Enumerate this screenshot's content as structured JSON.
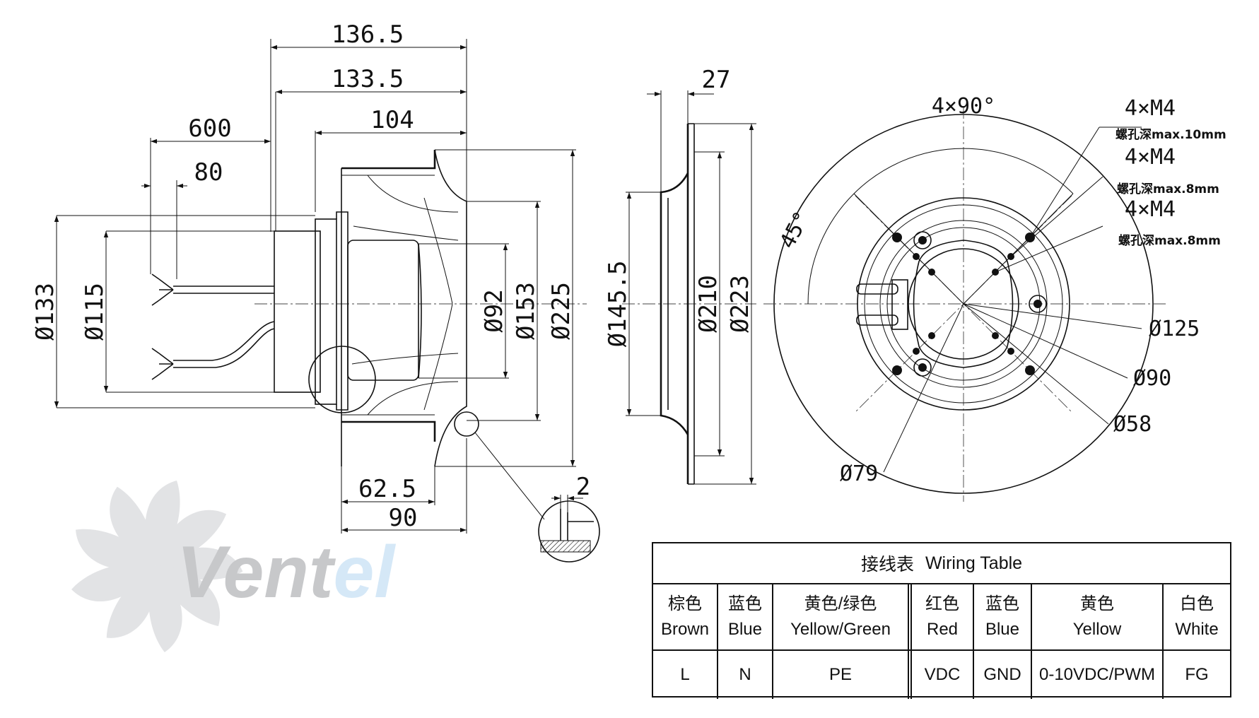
{
  "drawing": {
    "side_view": {
      "dims": {
        "d136_5": "136.5",
        "d133_5": "133.5",
        "d104": "104",
        "d600": "600",
        "d80": "80",
        "d133": "Ø133",
        "d115": "Ø115",
        "d92": "Ø92",
        "d153": "Ø153",
        "d225": "Ø225",
        "d62_5": "62.5",
        "d90": "90",
        "d2": "2"
      }
    },
    "inlet_view": {
      "dims": {
        "d27": "27",
        "d145_5": "Ø145.5",
        "d210": "Ø210",
        "d223": "Ø223"
      }
    },
    "front_view": {
      "angle_4x90": "4×90°",
      "angle_45": "45°",
      "holes": [
        {
          "thread": "4×M4",
          "depth": "螺孔深max.10mm"
        },
        {
          "thread": "4×M4",
          "depth": "螺孔深max.8mm"
        },
        {
          "thread": "4×M4",
          "depth": "螺孔深max.8mm"
        }
      ],
      "dims": {
        "d125": "Ø125",
        "d90": "Ø90",
        "d58": "Ø58",
        "d79": "Ø79"
      }
    }
  },
  "logo": {
    "text_gray": "Vent",
    "text_blue": "el",
    "color_gray": "#c7c8ca",
    "color_blue": "#d5e8f7"
  },
  "wiring_table": {
    "title_cn": "接线表",
    "title_en": "Wiring Table",
    "columns": [
      {
        "cn": "棕色",
        "en": "Brown",
        "value": "L"
      },
      {
        "cn": "蓝色",
        "en": "Blue",
        "value": "N"
      },
      {
        "cn": "黄色/绿色",
        "en": "Yellow/Green",
        "value": "PE"
      },
      {
        "cn": "红色",
        "en": "Red",
        "value": "VDC"
      },
      {
        "cn": "蓝色",
        "en": "Blue",
        "value": "GND"
      },
      {
        "cn": "黄色",
        "en": "Yellow",
        "value": "0-10VDC/PWM"
      },
      {
        "cn": "白色",
        "en": "White",
        "value": "FG"
      }
    ]
  }
}
